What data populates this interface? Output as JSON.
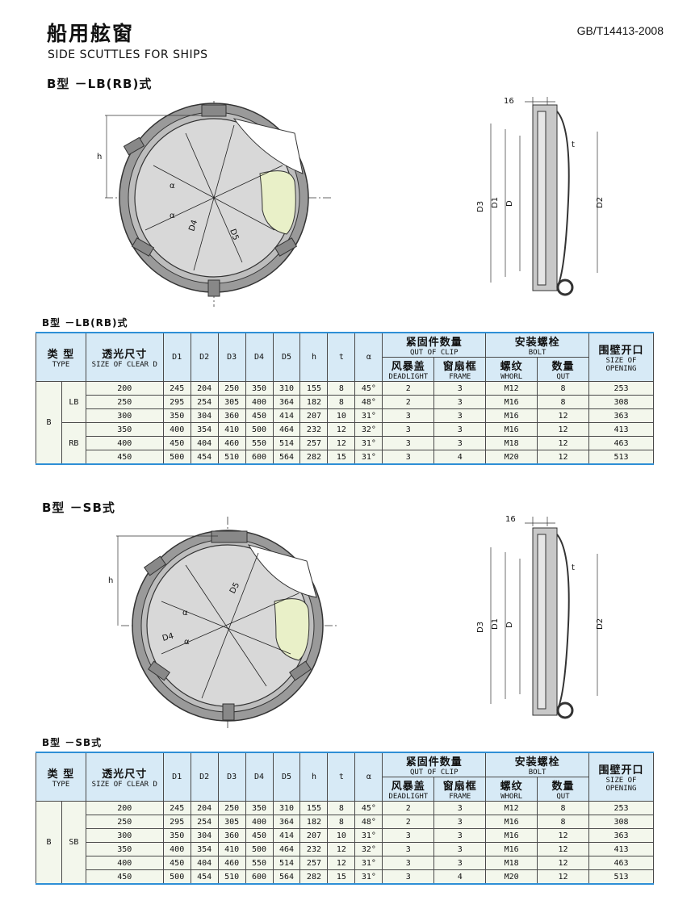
{
  "header": {
    "title_cn": "船用舷窗",
    "title_en": "SIDE SCUTTLES FOR SHIPS",
    "standard": "GB/T14413-2008"
  },
  "sections": [
    {
      "heading": "B型 －LB(RB)式",
      "table_caption": "B型 －LB(RB)式",
      "type_main": "B",
      "subtypes": [
        "LB",
        "RB"
      ]
    },
    {
      "heading": "B型 －SB式",
      "table_caption": "B型 －SB式",
      "type_main": "B",
      "subtypes": [
        "SB"
      ]
    }
  ],
  "drawing_labels": {
    "h": "h",
    "alpha": "α",
    "d4": "D4",
    "d5": "D5",
    "dim16": "16",
    "t": "t",
    "d1": "D1",
    "d2": "D2",
    "d3": "D3",
    "d": "D"
  },
  "table_header": {
    "type_cn": "类  型",
    "type_en": "TYPE",
    "clear_cn": "透光尺寸",
    "clear_en": "SIZE OF CLEAR D",
    "d1": "D1",
    "d2": "D2",
    "d3": "D3",
    "d4": "D4",
    "d5": "D5",
    "h": "h",
    "t": "t",
    "alpha": "α",
    "clip_cn": "紧固件数量",
    "clip_en": "QUT OF CLIP",
    "deadlight_cn": "风暴盖",
    "deadlight_en": "DEADLIGHT",
    "frame_cn": "窗扇框",
    "frame_en": "FRAME",
    "bolt_cn": "安装螺栓",
    "bolt_en": "BOLT",
    "whorl_cn": "螺纹",
    "whorl_en": "WHORL",
    "qut_cn": "数量",
    "qut_en": "QUT",
    "opening_cn": "围壁开口",
    "opening_en": "SIZE OF OPENING"
  },
  "table_rows": [
    [
      "200",
      "245",
      "204",
      "250",
      "350",
      "310",
      "155",
      "8",
      "45°",
      "2",
      "3",
      "M12",
      "8",
      "253"
    ],
    [
      "250",
      "295",
      "254",
      "305",
      "400",
      "364",
      "182",
      "8",
      "48°",
      "2",
      "3",
      "M16",
      "8",
      "308"
    ],
    [
      "300",
      "350",
      "304",
      "360",
      "450",
      "414",
      "207",
      "10",
      "31°",
      "3",
      "3",
      "M16",
      "12",
      "363"
    ],
    [
      "350",
      "400",
      "354",
      "410",
      "500",
      "464",
      "232",
      "12",
      "32°",
      "3",
      "3",
      "M16",
      "12",
      "413"
    ],
    [
      "400",
      "450",
      "404",
      "460",
      "550",
      "514",
      "257",
      "12",
      "31°",
      "3",
      "3",
      "M18",
      "12",
      "463"
    ],
    [
      "450",
      "500",
      "454",
      "510",
      "600",
      "564",
      "282",
      "15",
      "31°",
      "3",
      "4",
      "M20",
      "12",
      "513"
    ]
  ]
}
